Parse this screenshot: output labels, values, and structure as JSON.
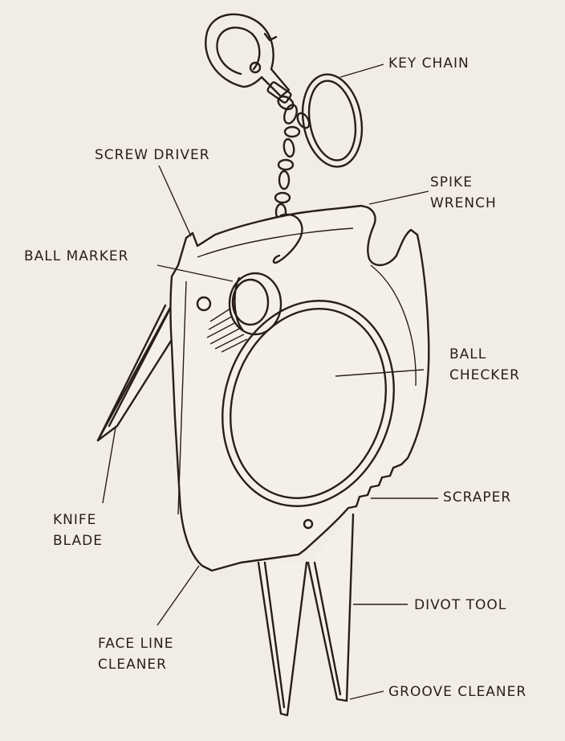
{
  "colors": {
    "ink": "#2a1d18",
    "paper": "#f1ede6"
  },
  "labels": {
    "key_chain": "KEY CHAIN",
    "screw_driver": "SCREW DRIVER",
    "spike_wrench": [
      "SPIKE",
      "WRENCH"
    ],
    "ball_marker": "BALL MARKER",
    "ball_checker": [
      "BALL",
      "CHECKER"
    ],
    "knife_blade": [
      "KNIFE",
      "BLADE"
    ],
    "scraper": "SCRAPER",
    "divot_tool": "DIVOT TOOL",
    "face_line_cleaner": [
      "FACE LINE",
      "CLEANER"
    ],
    "groove_cleaner": "GROOVE CLEANER"
  }
}
